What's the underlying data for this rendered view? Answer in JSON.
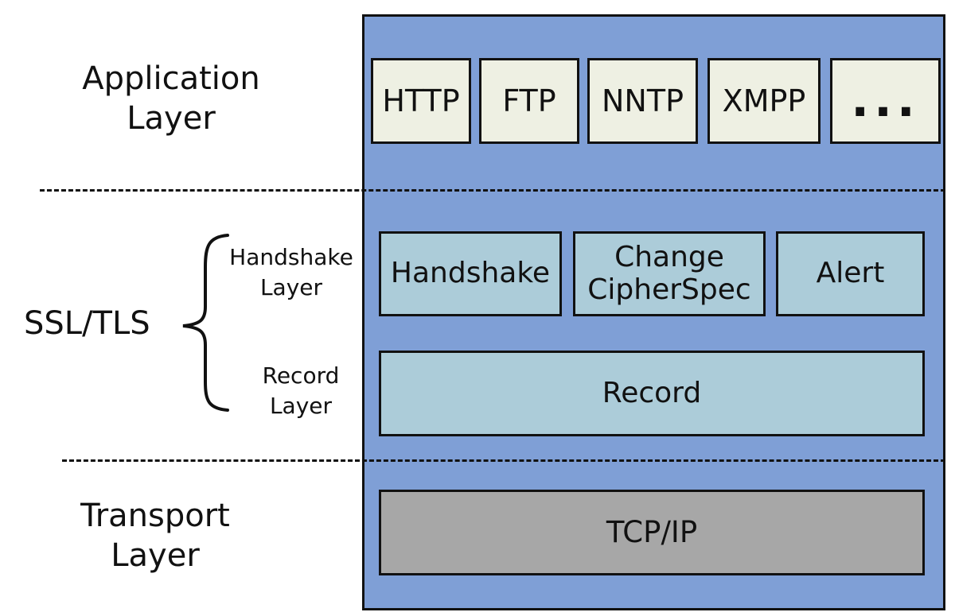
{
  "layer_labels": {
    "application": "Application\nLayer",
    "ssl_tls": "SSL/TLS",
    "handshake_layer": "Handshake\nLayer",
    "record_layer": "Record\nLayer",
    "transport": "Transport\nLayer"
  },
  "application_protocols": [
    "HTTP",
    "FTP",
    "NNTP",
    "XMPP",
    "..."
  ],
  "handshake_protocols": [
    "Handshake",
    "Change\nCipherSpec",
    "Alert"
  ],
  "record_protocol": "Record",
  "transport_protocol": "TCP/IP",
  "colors": {
    "stack_background": "#7f9fd6",
    "application_box": "#eef0e3",
    "tls_box": "#acccd9",
    "transport_box": "#a7a7a7",
    "border": "#111111"
  }
}
